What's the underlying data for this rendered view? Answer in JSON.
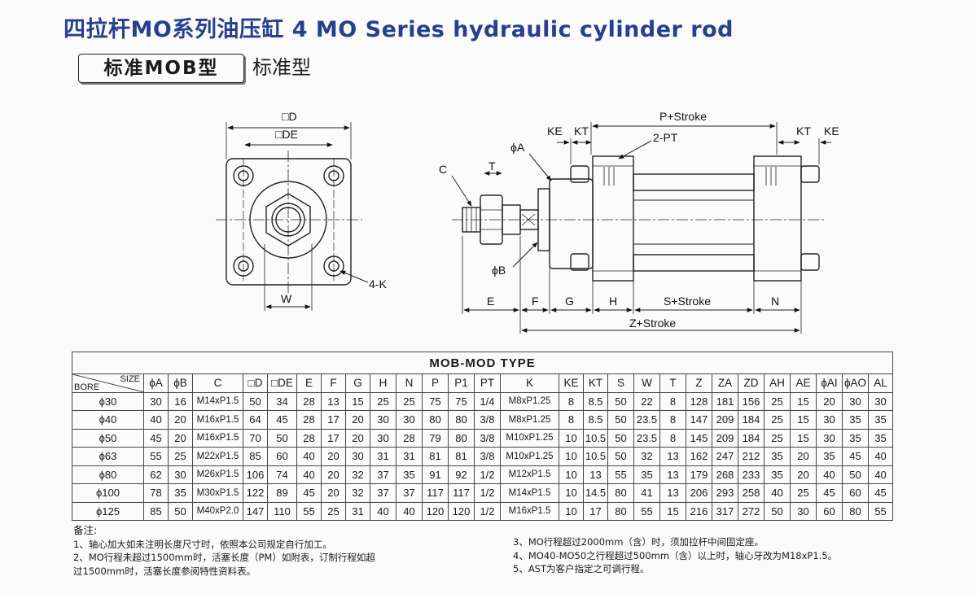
{
  "header": {
    "title": "四拉杆MO系列油压缸  4 MO Series hydraulic cylinder rod",
    "subtitle_boxed": "标准MOB型",
    "subtitle_plain": "标准型"
  },
  "diagram_labels": {
    "square_d": "□D",
    "square_de": "□DE",
    "w": "W",
    "four_k": "4-K",
    "c": "C",
    "t": "T",
    "phi_a": "ϕA",
    "phi_b": "ϕB",
    "ke_left": "KE",
    "kt_left": "KT",
    "p_stroke": "P+Stroke",
    "two_pt": "2-PT",
    "kt_right": "KT",
    "ke_right": "KE",
    "e": "E",
    "f": "F",
    "g": "G",
    "h": "H",
    "s_stroke": "S+Stroke",
    "n": "N",
    "z_stroke": "Z+Stroke"
  },
  "table": {
    "type_title": "MOB-MOD TYPE",
    "corner_size": "SIZE",
    "corner_bore": "BORE",
    "columns": [
      "ϕA",
      "ϕB",
      "C",
      "□D",
      "□DE",
      "E",
      "F",
      "G",
      "H",
      "N",
      "P",
      "P1",
      "PT",
      "K",
      "KE",
      "KT",
      "S",
      "W",
      "T",
      "Z",
      "ZA",
      "ZD",
      "AH",
      "AE",
      "ϕAI",
      "ϕAO",
      "AL"
    ],
    "rows": [
      {
        "bore": "ϕ30",
        "cells": [
          "30",
          "16",
          "M14xP1.5",
          "50",
          "34",
          "28",
          "13",
          "15",
          "25",
          "25",
          "75",
          "75",
          "1/4",
          "M8xP1.25",
          "8",
          "8.5",
          "50",
          "22",
          "8",
          "128",
          "181",
          "156",
          "25",
          "15",
          "20",
          "30",
          "30"
        ]
      },
      {
        "bore": "ϕ40",
        "cells": [
          "40",
          "20",
          "M16xP1.5",
          "64",
          "45",
          "28",
          "17",
          "20",
          "30",
          "30",
          "80",
          "80",
          "3/8",
          "M8xP1.25",
          "8",
          "8.5",
          "50",
          "23.5",
          "8",
          "147",
          "209",
          "184",
          "25",
          "15",
          "30",
          "35",
          "35"
        ]
      },
      {
        "bore": "ϕ50",
        "cells": [
          "45",
          "20",
          "M16xP1.5",
          "70",
          "50",
          "28",
          "17",
          "20",
          "30",
          "28",
          "79",
          "80",
          "3/8",
          "M10xP1.25",
          "10",
          "10.5",
          "50",
          "23.5",
          "8",
          "145",
          "209",
          "184",
          "25",
          "15",
          "30",
          "35",
          "35"
        ]
      },
      {
        "bore": "ϕ63",
        "cells": [
          "55",
          "25",
          "M22xP1.5",
          "85",
          "60",
          "40",
          "20",
          "30",
          "31",
          "31",
          "81",
          "81",
          "3/8",
          "M10xP1.25",
          "10",
          "10.5",
          "50",
          "32",
          "13",
          "162",
          "247",
          "212",
          "35",
          "20",
          "35",
          "45",
          "40"
        ]
      },
      {
        "bore": "ϕ80",
        "cells": [
          "62",
          "30",
          "M26xP1.5",
          "106",
          "74",
          "40",
          "20",
          "32",
          "37",
          "35",
          "91",
          "92",
          "1/2",
          "M12xP1.5",
          "10",
          "13",
          "55",
          "35",
          "13",
          "179",
          "268",
          "233",
          "35",
          "20",
          "40",
          "50",
          "40"
        ]
      },
      {
        "bore": "ϕ100",
        "cells": [
          "78",
          "35",
          "M30xP1.5",
          "122",
          "89",
          "45",
          "20",
          "32",
          "37",
          "37",
          "117",
          "117",
          "1/2",
          "M14xP1.5",
          "10",
          "14.5",
          "80",
          "41",
          "13",
          "206",
          "293",
          "258",
          "40",
          "25",
          "45",
          "60",
          "45"
        ]
      },
      {
        "bore": "ϕ125",
        "cells": [
          "85",
          "50",
          "M40xP2.0",
          "147",
          "110",
          "55",
          "25",
          "31",
          "40",
          "40",
          "120",
          "120",
          "1/2",
          "M16xP1.5",
          "10",
          "17",
          "80",
          "55",
          "15",
          "216",
          "317",
          "272",
          "50",
          "30",
          "60",
          "80",
          "55"
        ]
      }
    ]
  },
  "notes": {
    "heading": "备注:",
    "left": [
      "1、轴心加大如未注明长度尺寸时，依照本公司规定自行加工。",
      "2、MO行程未超过1500mm时，活塞长度（PM）如附表，订制行程如超",
      "过1500mm时，活塞长度参阅特性资料表。"
    ],
    "right": [
      "3、MO行程超过2000mm（含）时，须加拉杆中间固定座。",
      "4、MO40-MO50之行程超过500mm（含）以上时，轴心牙改为M18xP1.5。",
      "5、AST为客户指定之可调行程。"
    ]
  }
}
